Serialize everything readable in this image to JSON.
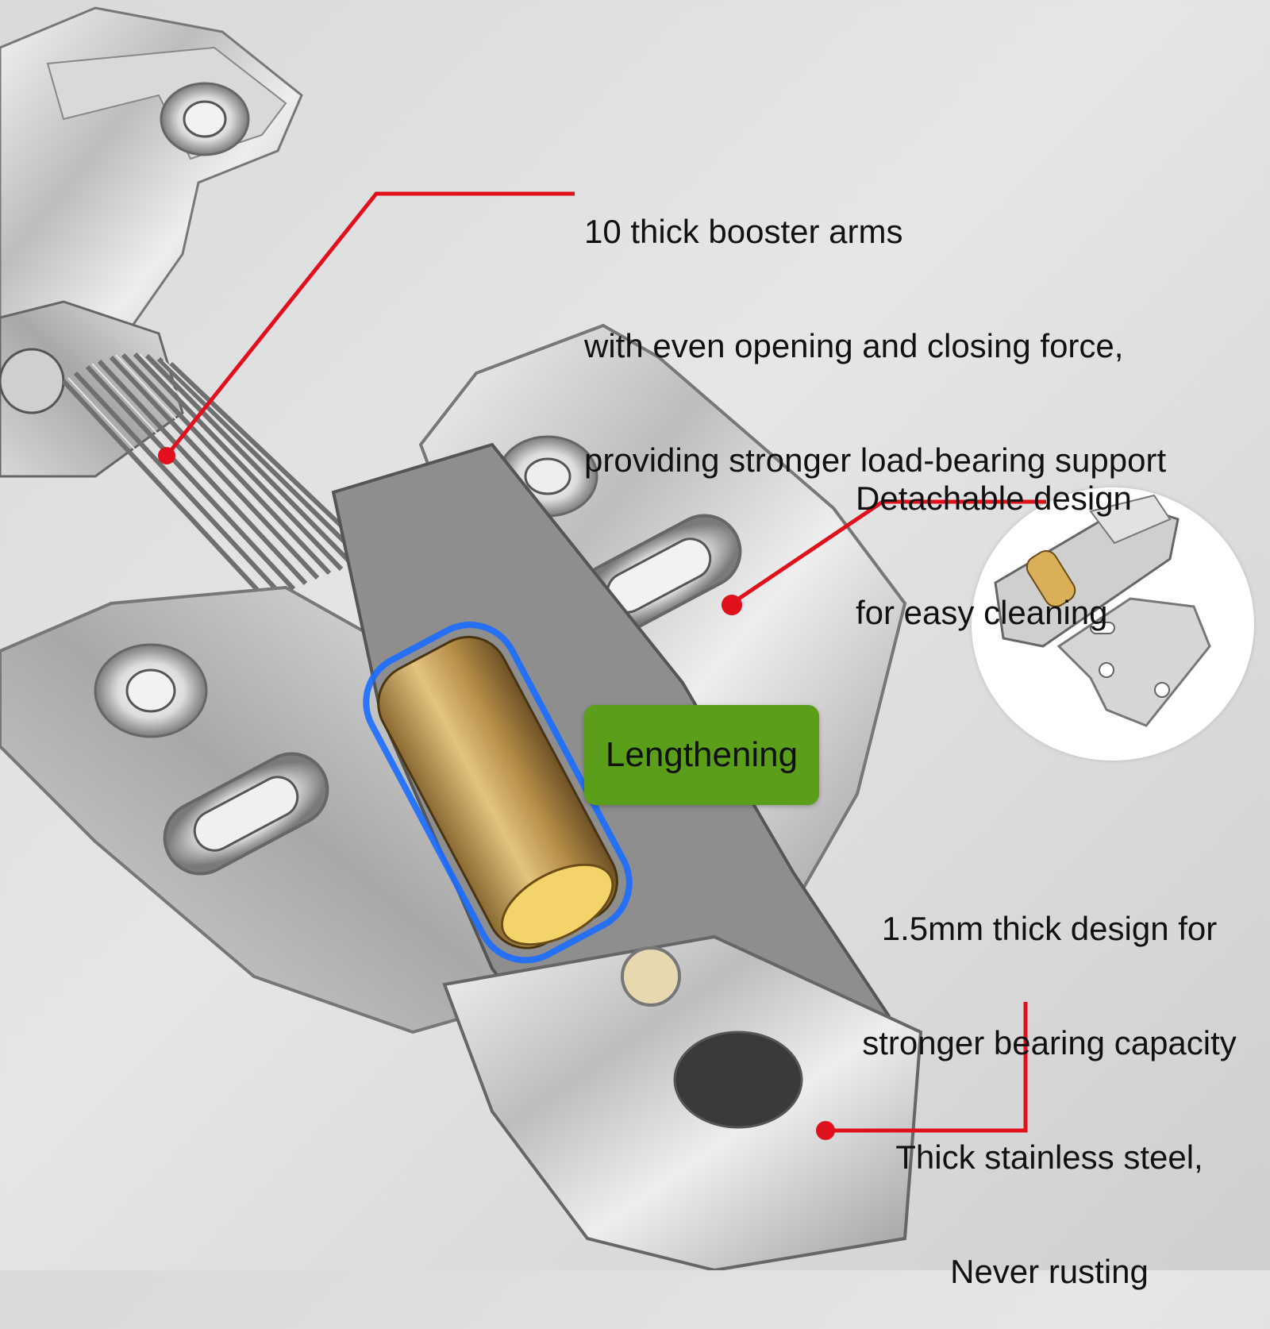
{
  "callouts": {
    "booster_arms": [
      "10 thick booster arms",
      "with even opening and closing force,",
      "providing stronger load-bearing support"
    ],
    "detachable": [
      "Detachable design",
      "for easy cleaning"
    ],
    "thickness": [
      "1.5mm thick design for",
      "stronger bearing capacity",
      "Thick stainless steel,",
      "Never rusting"
    ],
    "lengthening_label": "Lengthening"
  },
  "colors": {
    "callout_line": "#e0101c",
    "label_box": "#5a9e1a",
    "damper_highlight": "#1a6dff",
    "damper_brass": "#c9a25a"
  }
}
